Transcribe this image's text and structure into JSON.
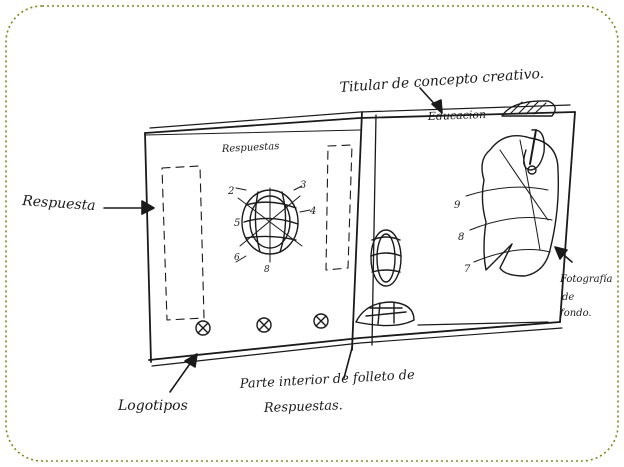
{
  "annotations": {
    "title_label": "Titular de concepto creativo.",
    "education_label": "Educacion",
    "answers_label": "Respuestas",
    "answer_label": "Respuesta",
    "background_label_line1": "Fotografía",
    "background_label_line2": "de",
    "background_label_line3": "fondo.",
    "logos_label": "Logotipos",
    "interior_label_line1": "Parte interior de folleto de",
    "interior_label_line2": "Respuestas."
  },
  "diagram_numbers": {
    "left_top": "2",
    "right_top": "3",
    "left_mid": "5",
    "right_mid": "4",
    "left_bottom": "6",
    "bottom": "8",
    "photo_9": "9",
    "photo_8": "8",
    "photo_7": "7"
  },
  "colors": {
    "frame_border": "#7a8a1e",
    "ink": "#1a1a1a",
    "background": "#ffffff"
  }
}
